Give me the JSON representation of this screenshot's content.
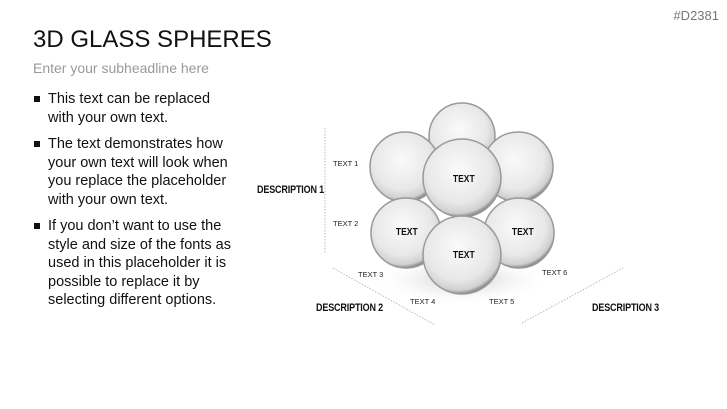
{
  "code": "#D2381",
  "title": "3D GLASS SPHERES",
  "subheadline": "Enter your subheadline here",
  "bullets": [
    "This text can be replaced with your own text.",
    "The text demonstrates how your own text will look when you replace the placeholder with your own text.",
    "If you don’t want to use the style and size of the fonts as used in this placeholder it is possible to replace it by selecting different options."
  ],
  "descriptions": [
    "DESCRIPTION 1",
    "DESCRIPTION 2",
    "DESCRIPTION 3"
  ],
  "small_texts": [
    "TEXT 1",
    "TEXT 2",
    "TEXT 3",
    "TEXT 4",
    "TEXT 5",
    "TEXT 6"
  ],
  "sphere_label": "TEXT"
}
